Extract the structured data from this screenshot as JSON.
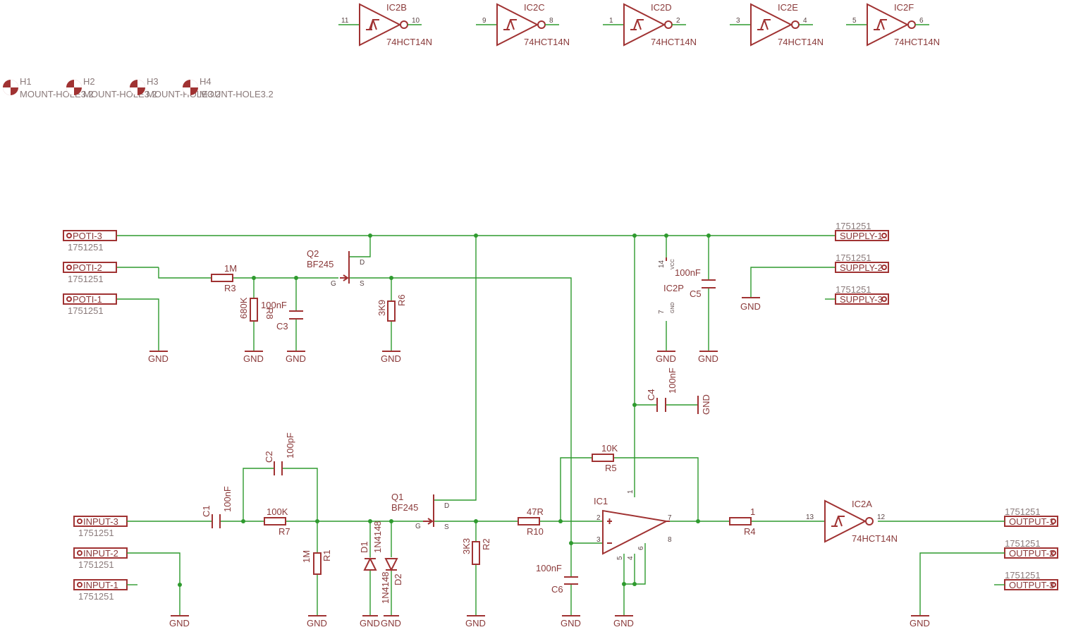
{
  "labels": {
    "ic2b": "IC2B",
    "ic2c": "IC2C",
    "ic2d": "IC2D",
    "ic2e": "IC2E",
    "ic2f": "IC2F",
    "ic2a": "IC2A",
    "hct": "74HCT14N",
    "p11": "11",
    "p10": "10",
    "p9": "9",
    "p8": "8",
    "p1": "1",
    "p2": "2",
    "p3": "3",
    "p4": "4",
    "p5": "5",
    "p6": "6",
    "h1": "H1",
    "h2": "H2",
    "h3": "H3",
    "h4": "H4",
    "mount": "MOUNT-HOLE3.2",
    "poti3": "POTI-3",
    "poti2": "POTI-2",
    "poti1": "POTI-1",
    "input3": "INPUT-3",
    "input2": "INPUT-2",
    "input1": "INPUT-1",
    "supply1": "SUPPLY-1",
    "supply2": "SUPPLY-2",
    "supply3": "SUPPLY-3",
    "output1": "OUTPUT-1",
    "output2": "OUTPUT-2",
    "output3": "OUTPUT-3",
    "conn": "1751251",
    "gnd": "GND",
    "q1": "Q1",
    "q2": "Q2",
    "bf245": "BF245",
    "g": "G",
    "d": "D",
    "s": "S",
    "r1": "R1",
    "r2": "R2",
    "r3": "R3",
    "r4": "R4",
    "r5": "R5",
    "r6": "R6",
    "r7": "R7",
    "r8": "R8",
    "r10": "R10",
    "v1m": "1M",
    "v680k": "680K",
    "v3k9": "3K9",
    "v100k": "100K",
    "v3k3": "3K3",
    "v47r": "47R",
    "v10k": "10K",
    "v1": "1",
    "c2": "C2",
    "c3": "C3",
    "c4": "C4",
    "c5": "C5",
    "c6": "C6",
    "c1": "C1",
    "v100nf": "100nF",
    "v100pf": "100pF",
    "d1": "D1",
    "d2": "D2",
    "n4148": "1N4148",
    "ic1": "IC1",
    "ic2p": "IC2P",
    "vcc": "VCC",
    "p14": "14",
    "p7": "7",
    "p12": "12",
    "p13": "13",
    "p5n": "5",
    "p4n": "4",
    "p8n": "8",
    "p6n": "6",
    "pin1": "1",
    "pin2": "2",
    "pin3": "3",
    "pin7": "7"
  }
}
